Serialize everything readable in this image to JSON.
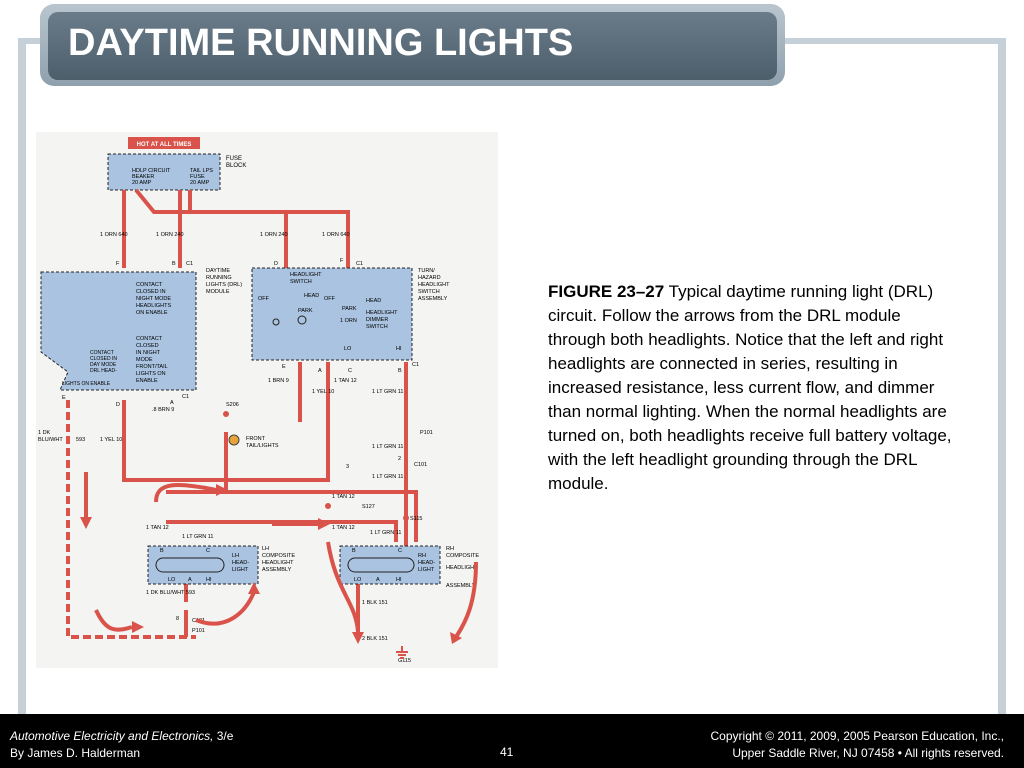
{
  "slide": {
    "title": "DAYTIME RUNNING LIGHTS"
  },
  "caption": {
    "label": "FIGURE 23–27",
    "text": " Typical daytime running light (DRL) circuit. Follow the arrows from the DRL module through both headlights. Notice that the left and right headlights are connected in series, resulting in increased resistance, less current flow, and dimmer than normal lighting. When the normal headlights are turned on, both headlights receive full battery voltage, with the left headlight grounding through the DRL module."
  },
  "footer": {
    "book_title": "Automotive Electricity and Electronics,",
    "edition": " 3/e",
    "author": "By James D. Halderman",
    "page": "41",
    "copyright": "Copyright © 2011, 2009, 2005 Pearson Education, Inc.,",
    "publisher": "Upper Saddle River, NJ 07458 • All rights reserved."
  },
  "diagram": {
    "hot": "HOT AT ALL TIMES",
    "fuse_block": [
      "FUSE",
      "BLOCK"
    ],
    "hdlp_breaker": [
      "HDLP CIRCUIT",
      "BEAKER",
      "20 AMP"
    ],
    "tail_fuse": [
      "TAIL LPS",
      "FUSE",
      "20 AMP"
    ],
    "w_1orn_640_a": "1 ORN 640",
    "w_1orn_240_a": "1 ORN 240",
    "w_1orn_240_b": "1 ORN 240",
    "w_1orn_640_b": "1 ORN 640",
    "c_f1": "F",
    "c_b1": "B",
    "c_c1a": "C1",
    "c_d1": "D",
    "c_f2": "F",
    "c_c1b": "C1",
    "drl_module": [
      "DAYTIME",
      "RUNNING",
      "LIGHTS (DRL)",
      "MODULE"
    ],
    "contact_night": [
      "CONTACT",
      "CLOSED IN",
      "NIGHT MODE",
      "HEADLIGHTS",
      "ON ENABLE"
    ],
    "contact_day": [
      "CONTACT",
      "CLOSED IN",
      "DAY MODE",
      "DRL HEAD-",
      "LIGHTS ON ENABLE"
    ],
    "contact_night2": [
      "CONTACT",
      "CLOSED",
      "IN NIGHT",
      "MODE",
      "FRONT/TAIL",
      "LIGHTS ON",
      "ENABLE"
    ],
    "headlight_switch": [
      "HEADLIGHT",
      "SWITCH"
    ],
    "sw_off": "OFF",
    "sw_head": "HEAD",
    "sw_off2": "OFF",
    "sw_park": "PARK",
    "sw_park2": "PARK",
    "sw_head2": "HEAD",
    "turn_hazard": [
      "TURN/",
      "HAZARD",
      "HEADLIGHT",
      "SWITCH",
      "ASSEMBLY"
    ],
    "dimmer": [
      "HEADLIGHT",
      "DIMMER",
      "SWITCH"
    ],
    "w_1orn": "1 ORN",
    "lo": "LO",
    "hi": "HI",
    "pins_e_a_c_b": [
      "E",
      "A",
      "C",
      "B"
    ],
    "c1_right": "C1",
    "w_1brn_9": "1 BRN 9",
    "w_1tan_12a": "1 TAN 12",
    "w_1yel_10a": "1 YEL 10",
    "w_1ltgrn_11a": "1 LT GRN 11",
    "pin_e2": "E",
    "pin_d2": "D",
    "pin_a2": "A",
    "c1_mod": "C1",
    "w_8brn_9": ".8 BRN 9",
    "s206": "S206",
    "front_tail": [
      "FRONT",
      "TAIL/LIGHTS"
    ],
    "w_1dk_blu": [
      "1 DK",
      "BLU/WHT"
    ],
    "n593": "593",
    "w_1yel_10b": "1 YEL 10",
    "p101": "P101",
    "w_1ltgrn_11b": "1 LT GRN 11",
    "c101": "C101",
    "w_1ltgrn_11c": "1 LT GRN 11",
    "n2": "2",
    "n3": "3",
    "w_1tan_12b": "1 TAN 12",
    "s127": "S127",
    "s115": "S115",
    "w_1tan_12c": "1 TAN 12",
    "w_1ltgrn_11d": "1 LT GRN 11",
    "w_1tan_12d": "1 TAN 12",
    "w_1ltgrn_11e": "1 LT GRN 11",
    "lh_lamp": [
      "LH",
      "HEAD-",
      "LIGHT"
    ],
    "lh_assembly": [
      "LH",
      "COMPOSITE",
      "HEADLIGHT",
      "ASSEMBLY"
    ],
    "rh_lamp": [
      "RH",
      "HEAD-",
      "LIGHT"
    ],
    "rh_assembly": [
      "RH",
      "COMPOSITE",
      "HEADLIGHT",
      "ASSEMBLY"
    ],
    "lamp_pins": [
      "B",
      "C",
      "LO",
      "A",
      "HI"
    ],
    "w_1dkblu_593": "1 DK BLU/WHT 593",
    "w_1blk_151": "1 BLK 151",
    "w_2blk_151": "2 BLK 151",
    "g115": "G115",
    "c101b": "C101",
    "p101b": "P101",
    "n8": "8"
  }
}
